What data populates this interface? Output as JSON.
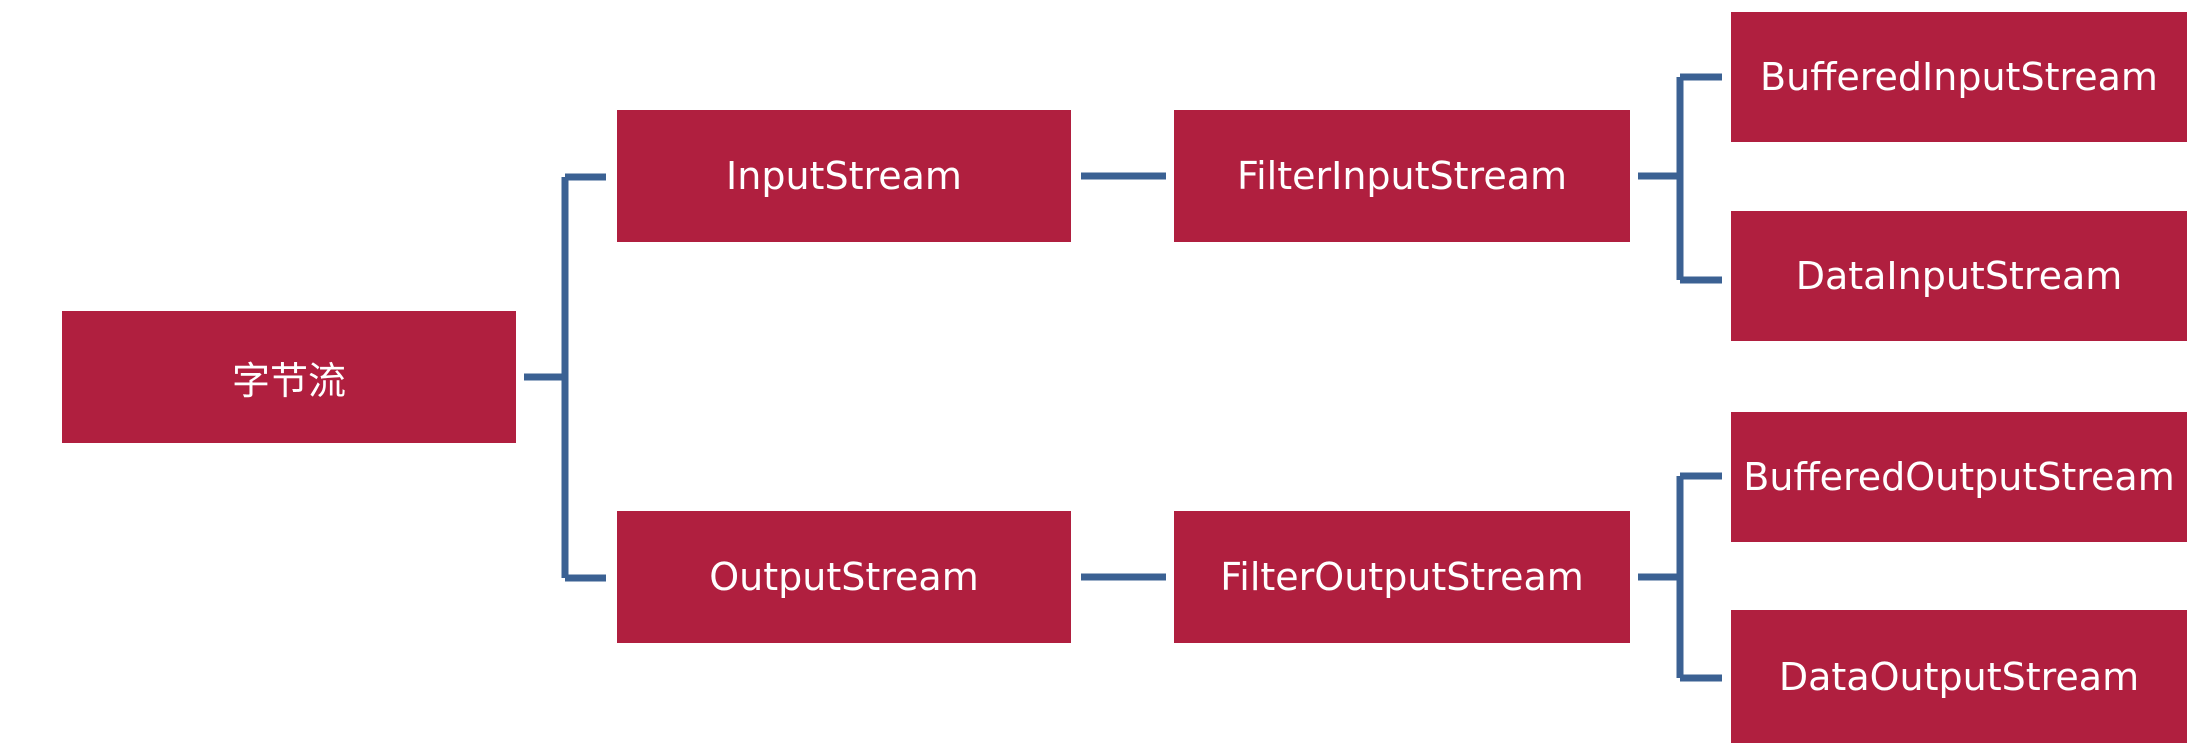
{
  "nodes": {
    "root": "字节流",
    "input_stream": "InputStream",
    "output_stream": "OutputStream",
    "filter_input_stream": "FilterInputStream",
    "filter_output_stream": "FilterOutputStream",
    "buffered_input_stream": "BufferedInputStream",
    "data_input_stream": "DataInputStream",
    "buffered_output_stream": "BufferedOutputStream",
    "data_output_stream": "DataOutputStream"
  },
  "colors": {
    "node_fill": "#b01f3f",
    "node_text": "#ffffff",
    "connector": "#3b6193"
  }
}
